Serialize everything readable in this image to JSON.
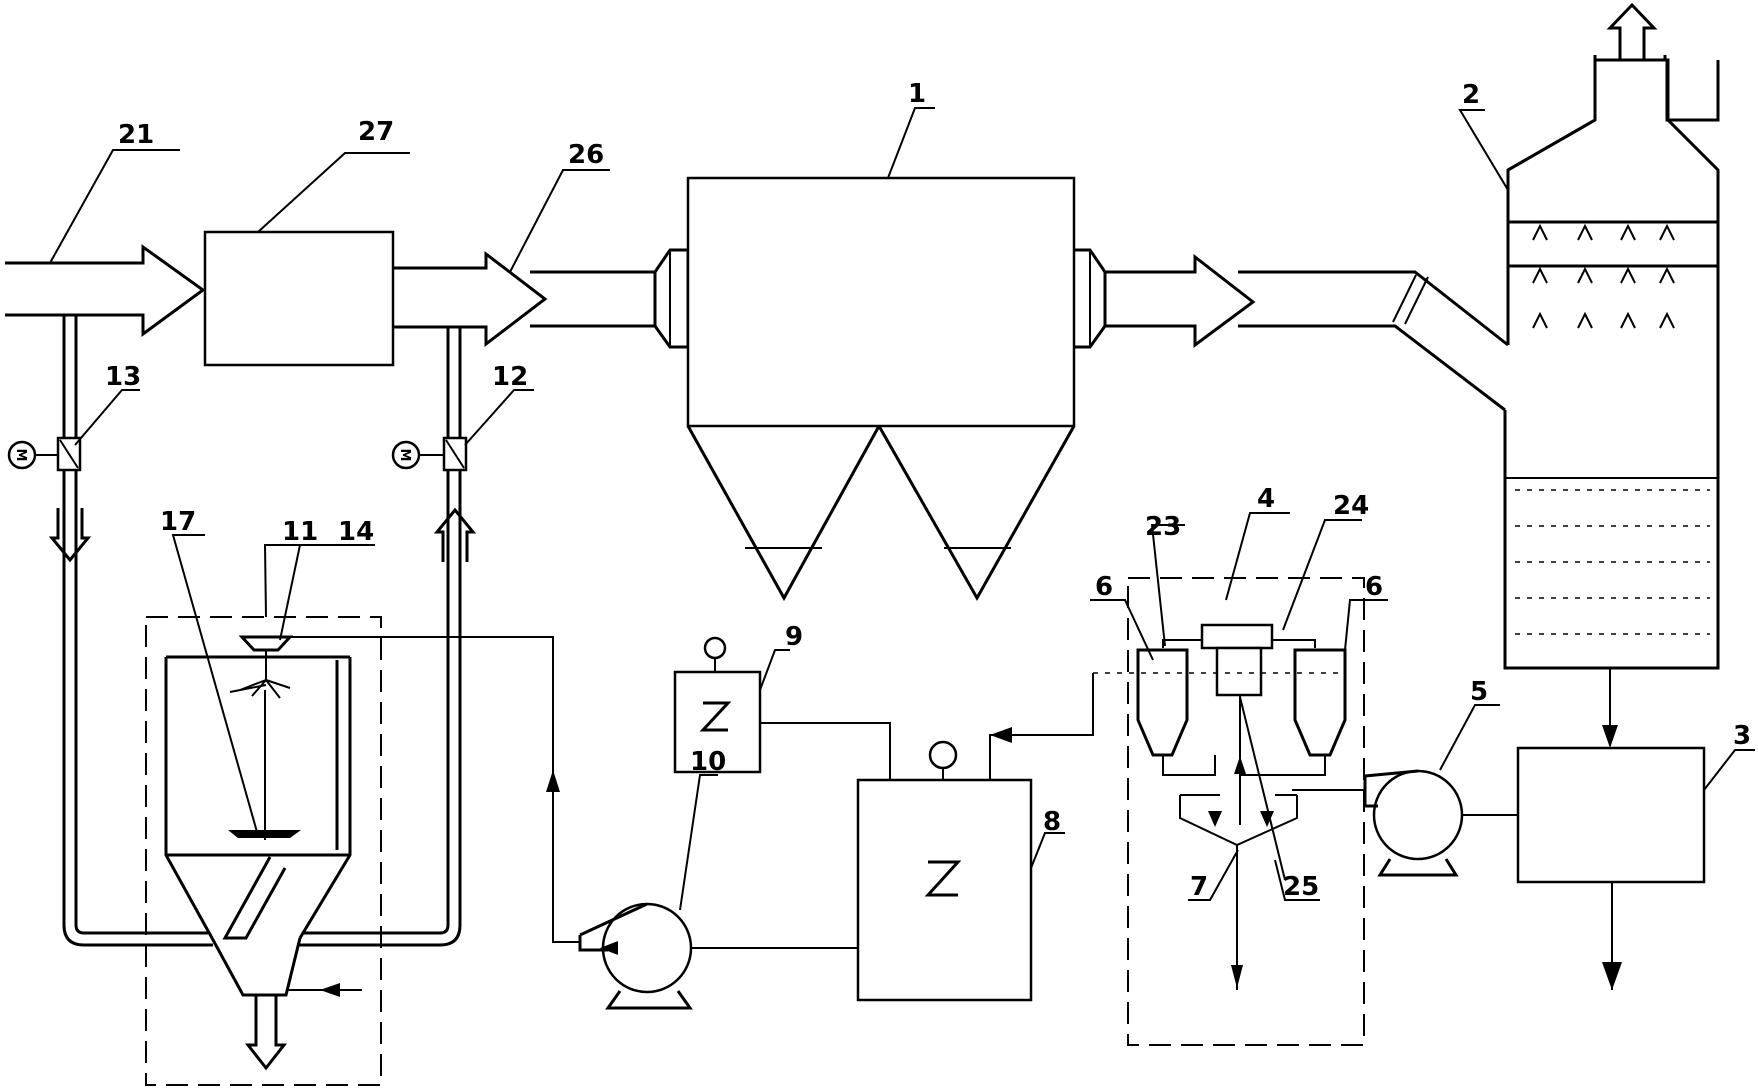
{
  "labels": {
    "l1": "1",
    "l2": "2",
    "l3": "3",
    "l4": "4",
    "l5": "5",
    "l6a": "6",
    "l6b": "6",
    "l7": "7",
    "l8": "8",
    "l9": "9",
    "l10": "10",
    "l11": "11",
    "l12": "12",
    "l13": "13",
    "l14": "14",
    "l17": "17",
    "l21": "21",
    "l23": "23",
    "l24": "24",
    "l25": "25",
    "l26": "26",
    "l27": "27",
    "valve_left": "M",
    "valve_right": "M"
  }
}
